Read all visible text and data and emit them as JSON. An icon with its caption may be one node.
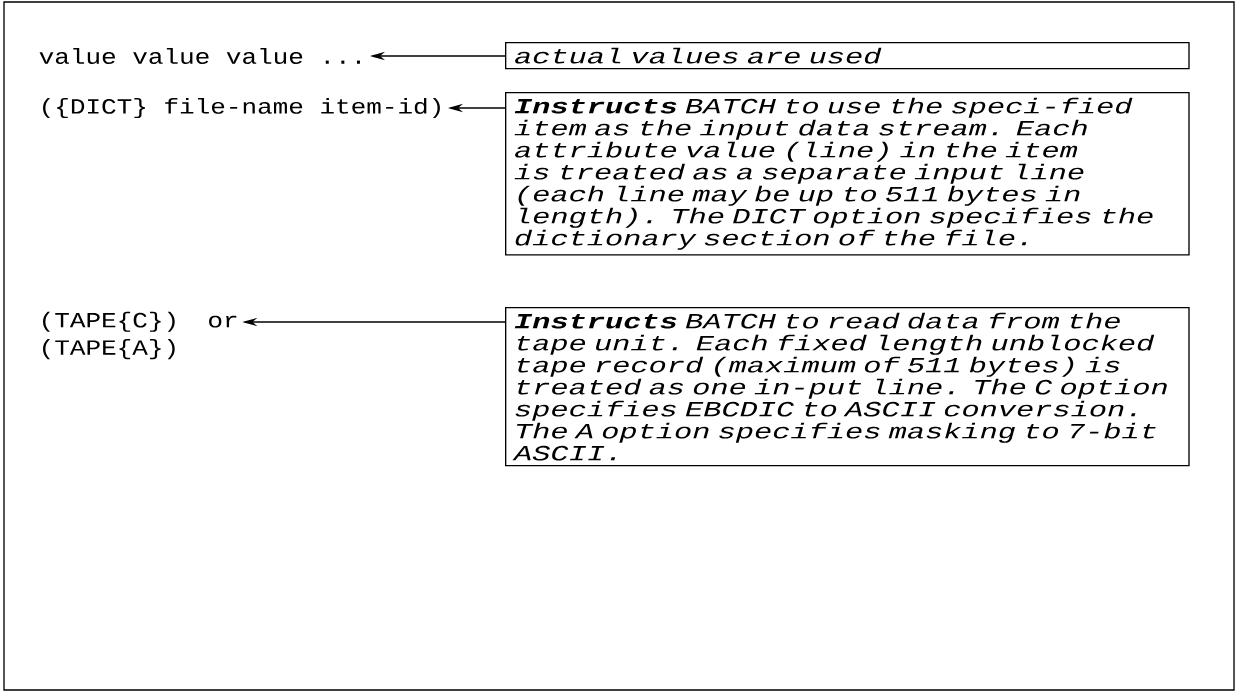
{
  "diagram": {
    "nodes": [
      {
        "text": [
          "value value value ..."
        ]
      },
      {
        "text": [
          "*actual values are used*"
        ]
      },
      {
        "text": [
          "({DICT} file-name item-id)"
        ]
      },
      {
        "text": [
          "**Instructs** BATCH to use the speci-fied item as the input data stream. Each attribute value (line) in the item is treated as a separate input line (each line may be up to 511 bytes in length). The DICT option specifies the dictionary section of the file."
        ]
      },
      {
        "text": [
          "(TAPE{C})",
          "or",
          "(TAPE{A})"
        ]
      },
      {
        "text": [
          "**Instructs** BATCH to read data from the tape unit. Each fixed length unblocked tape record (maximum of 511 bytes) is treated as one in-put line. The C option specifies EBCDIC to ASCII conversion. The A option specifies masking to 7-bit ASCII."
        ]
      }
    ],
    "edges": [
      {
        "from": 1,
        "to": 0,
        "arrow": "to"
      },
      {
        "from": 3,
        "to": 2,
        "arrow": "to"
      },
      {
        "from": 5,
        "to": 4,
        "arrow": "to"
      }
    ]
  }
}
